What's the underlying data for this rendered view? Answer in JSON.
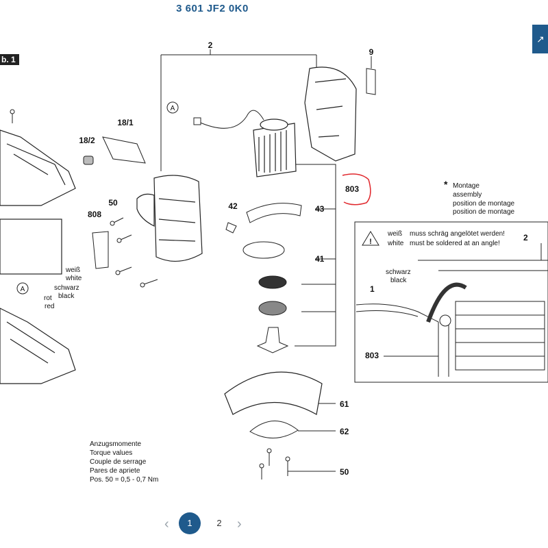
{
  "header": {
    "title": "3 601 JF2 0K0",
    "fig_tag": "b. 1"
  },
  "controls": {
    "expand_icon": "expand-arrow-icon"
  },
  "parts": {
    "p2": "2",
    "p9": "9",
    "p18_1": "18/1",
    "p18_2": "18/2",
    "p50a": "50",
    "p808": "808",
    "p42": "42",
    "p43": "43",
    "p41": "41",
    "p803": "803",
    "p61": "61",
    "p62": "62",
    "p50b": "50",
    "callout_a": "A"
  },
  "wires_left": {
    "weiss": "weiß",
    "white": "white",
    "schwarz": "schwarz",
    "black": "black",
    "rot": "rot",
    "red": "red"
  },
  "montage_note": {
    "star": "*",
    "lines": [
      "Montage",
      "assembly",
      "position de montage",
      "position de montage"
    ]
  },
  "detail": {
    "warning_de": "muss schräg angelötet werden!",
    "warning_en": "must be soldered at an angle!",
    "weiss": "weiß",
    "white": "white",
    "schwarz": "schwarz",
    "black": "black",
    "label_1": "1",
    "label_2": "2",
    "label_803": "803"
  },
  "torque": {
    "lines": [
      "Anzugsmomente",
      "Torque values",
      "Couple de serrage",
      "Pares de apriete",
      "Pos. 50 =  0,5 - 0,7 Nm"
    ]
  },
  "pagination": {
    "prev_icon": "chevron-left-icon",
    "pages": [
      "1",
      "2"
    ],
    "active": "1",
    "next_icon": "chevron-right-icon"
  },
  "colors": {
    "brand_blue": "#1f5a8c",
    "highlight_red": "#e0262b"
  }
}
